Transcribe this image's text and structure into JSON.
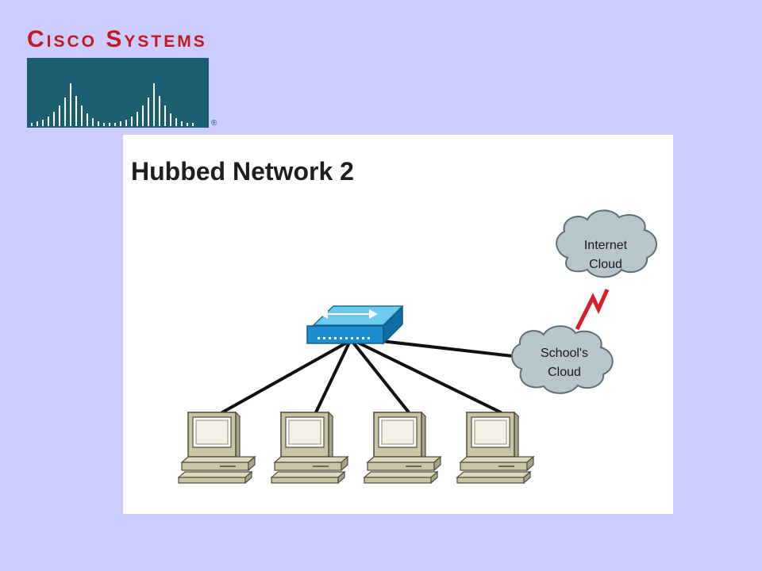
{
  "logo": {
    "text": "Cisco Systems",
    "icon": "cisco-bridge-logo",
    "registered": "®"
  },
  "slide": {
    "title": "Hubbed Network 2",
    "nodes": {
      "hub": {
        "icon": "hub-icon"
      },
      "internet_cloud": {
        "line1": "Internet",
        "line2": "Cloud"
      },
      "school_cloud": {
        "line1": "School's",
        "line2": "Cloud"
      },
      "computers": [
        {
          "icon": "computer-icon"
        },
        {
          "icon": "computer-icon"
        },
        {
          "icon": "computer-icon"
        },
        {
          "icon": "computer-icon"
        }
      ],
      "wan_link": {
        "icon": "serial-link-icon",
        "color": "#d81e2a"
      }
    },
    "colors": {
      "background": "#ccccff",
      "logo_red": "#c2191f",
      "logo_teal": "#1a5e70",
      "hub_blue": "#2aa7e0",
      "cloud_fill": "#b8c6cc",
      "computer_beige": "#c8c4a4"
    }
  }
}
